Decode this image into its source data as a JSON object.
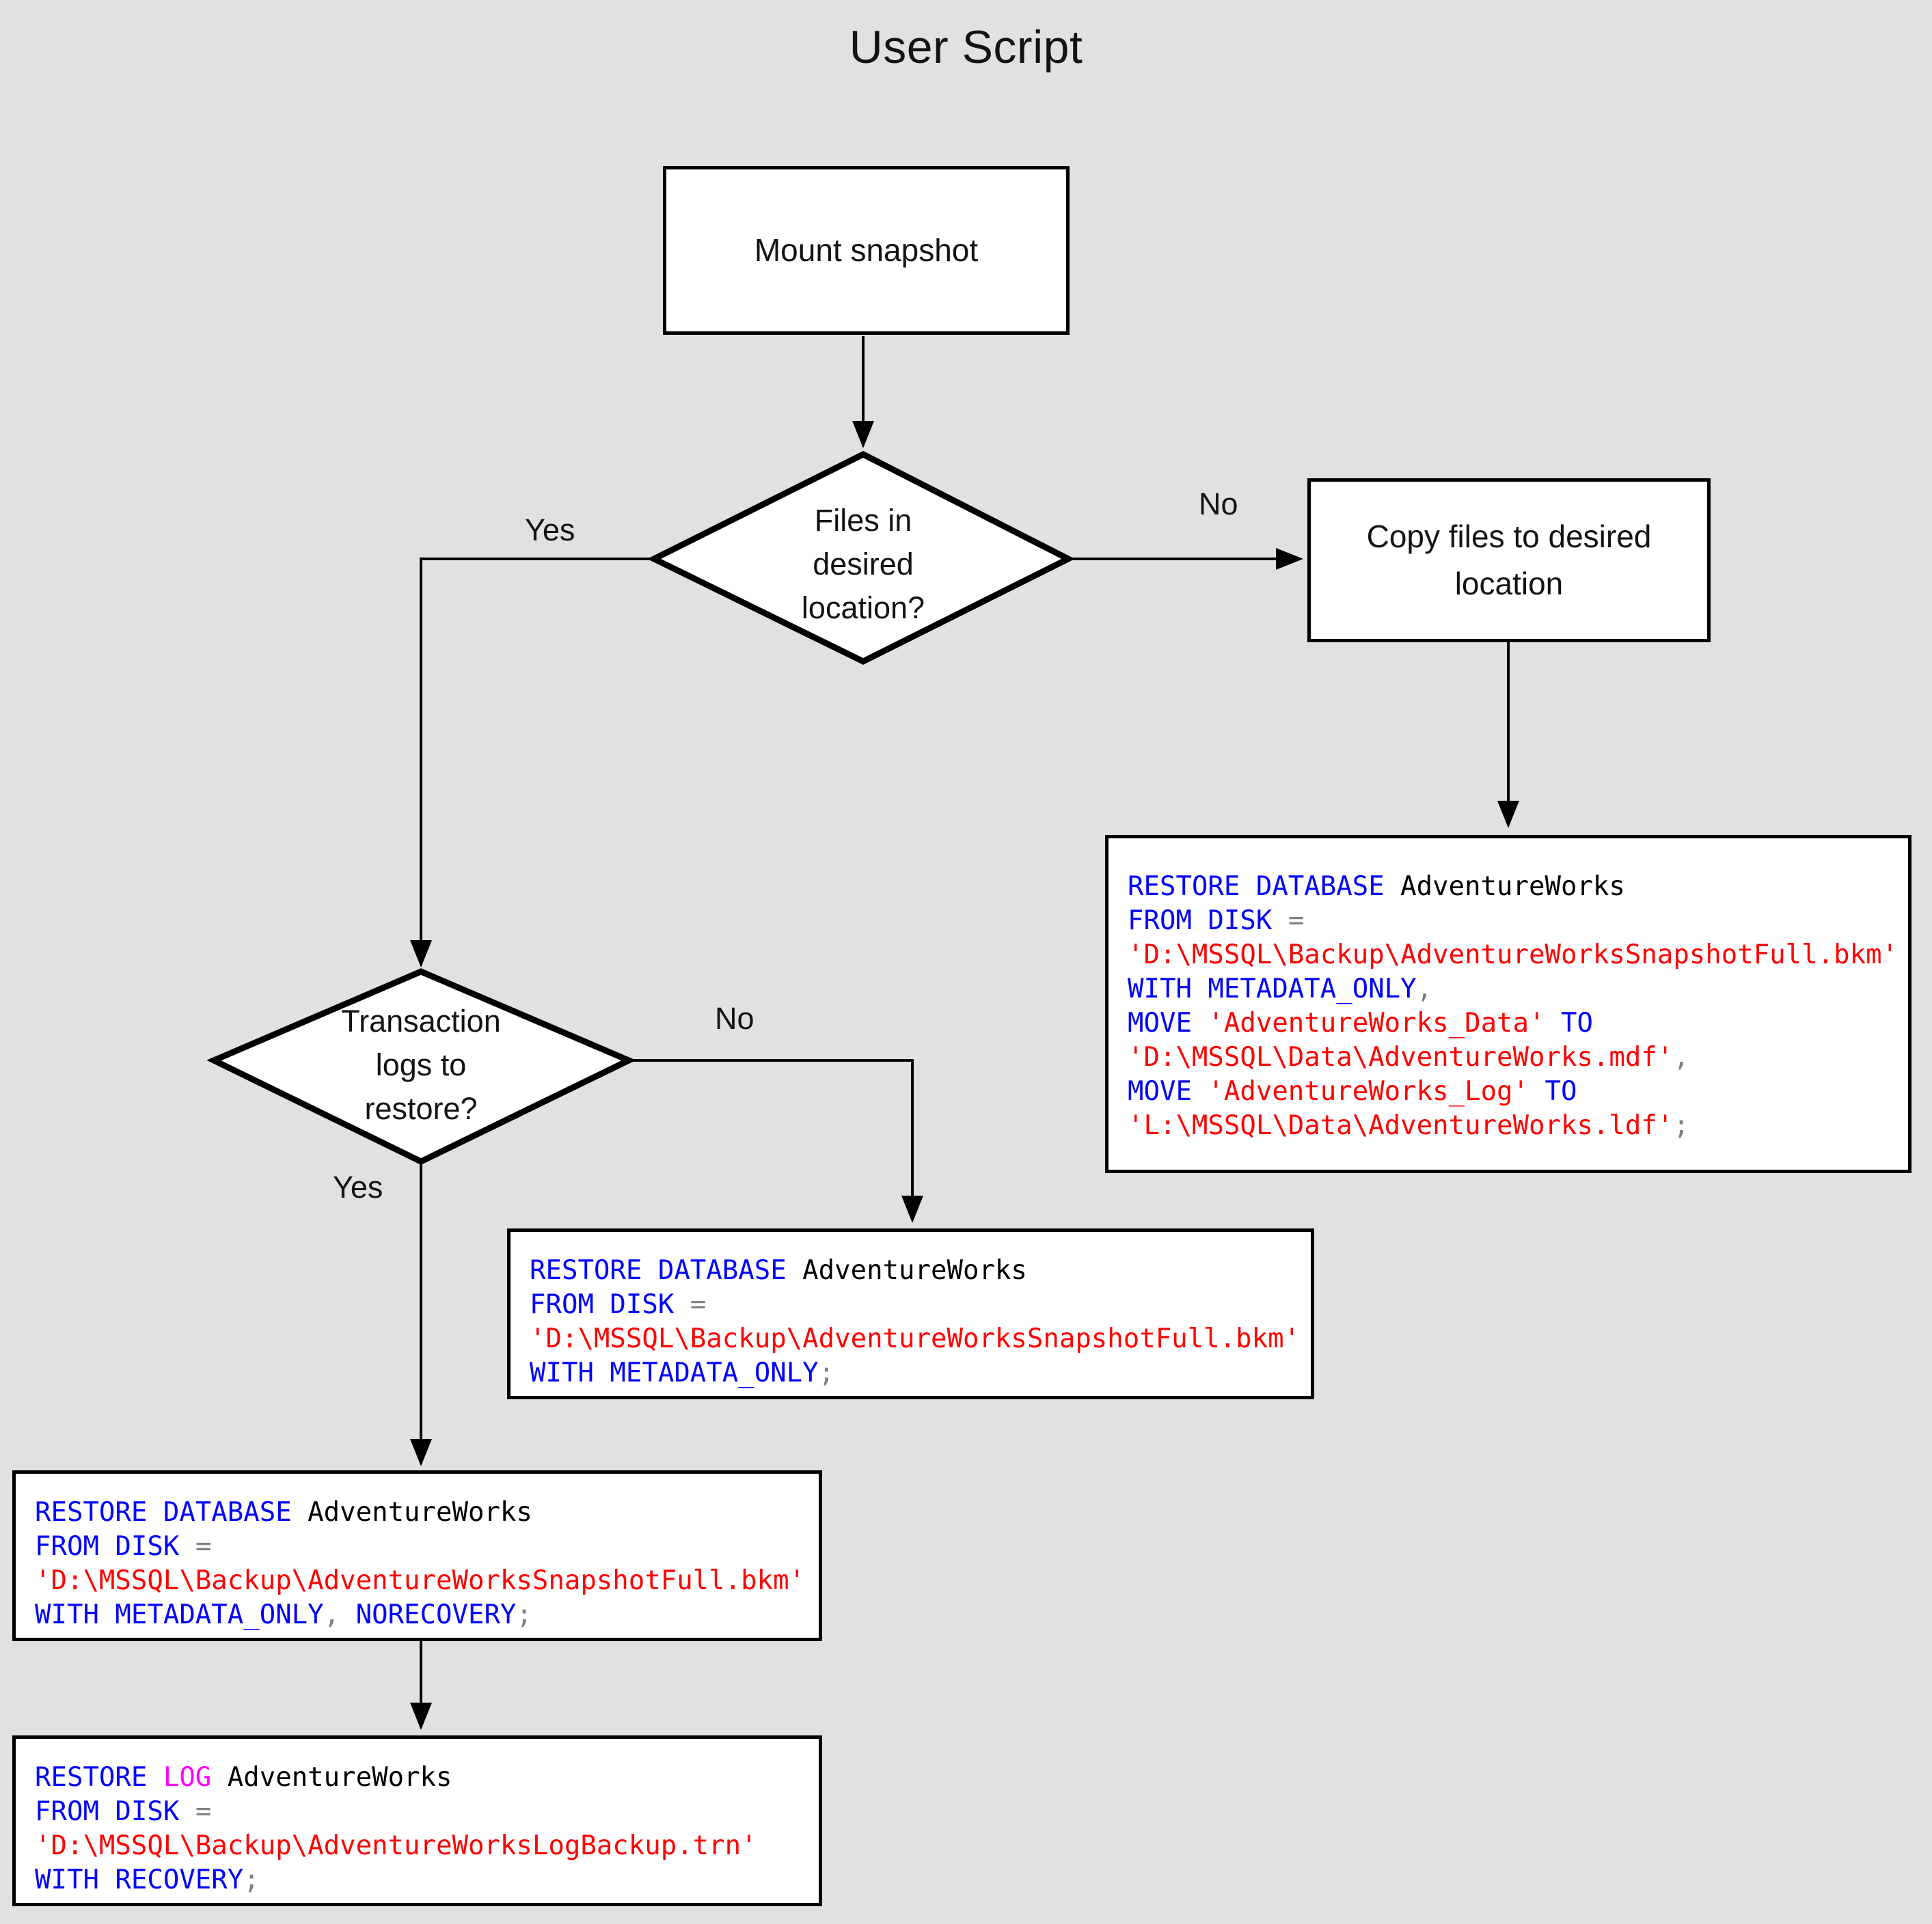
{
  "title": "User Script",
  "colors": {
    "background": "#e1e1e1",
    "node_fill": "#ffffff",
    "stroke": "#000000",
    "keyword": "#0000ff",
    "log_keyword": "#ff00ff",
    "string": "#ff0000",
    "identifier": "#000000",
    "punctuation": "#808080"
  },
  "nodes": {
    "mount": {
      "label": "Mount snapshot"
    },
    "files_decision": {
      "line1": "Files in",
      "line2": "desired",
      "line3": "location?"
    },
    "copy_files": {
      "line1": "Copy files to desired",
      "line2": "location"
    },
    "logs_decision": {
      "line1": "Transaction",
      "line2": "logs to",
      "line3": "restore?"
    }
  },
  "edge_labels": {
    "files_yes": "Yes",
    "files_no": "No",
    "logs_no": "No",
    "logs_yes": "Yes"
  },
  "code_blocks": {
    "restore_with_move": {
      "lines": [
        [
          {
            "t": "RESTORE DATABASE ",
            "c": "kw"
          },
          {
            "t": "AdventureWorks",
            "c": "idn"
          }
        ],
        [
          {
            "t": "FROM DISK ",
            "c": "kw"
          },
          {
            "t": "=",
            "c": "pun"
          }
        ],
        [
          {
            "t": "'D:\\MSSQL\\Backup\\AdventureWorksSnapshotFull.bkm'",
            "c": "str"
          }
        ],
        [
          {
            "t": "WITH METADATA_ONLY",
            "c": "kw"
          },
          {
            "t": ",",
            "c": "pun"
          }
        ],
        [
          {
            "t": "MOVE ",
            "c": "kw"
          },
          {
            "t": "'AdventureWorks_Data'",
            "c": "str"
          },
          {
            "t": " TO",
            "c": "kw"
          }
        ],
        [
          {
            "t": "'D:\\MSSQL\\Data\\AdventureWorks.mdf'",
            "c": "str"
          },
          {
            "t": ",",
            "c": "pun"
          }
        ],
        [
          {
            "t": "MOVE ",
            "c": "kw"
          },
          {
            "t": "'AdventureWorks_Log'",
            "c": "str"
          },
          {
            "t": " TO",
            "c": "kw"
          }
        ],
        [
          {
            "t": "'L:\\MSSQL\\Data\\AdventureWorks.ldf'",
            "c": "str"
          },
          {
            "t": ";",
            "c": "pun"
          }
        ]
      ]
    },
    "restore_metadata_only": {
      "lines": [
        [
          {
            "t": "RESTORE DATABASE ",
            "c": "kw"
          },
          {
            "t": "AdventureWorks",
            "c": "idn"
          }
        ],
        [
          {
            "t": "FROM DISK ",
            "c": "kw"
          },
          {
            "t": "=",
            "c": "pun"
          }
        ],
        [
          {
            "t": "'D:\\MSSQL\\Backup\\AdventureWorksSnapshotFull.bkm'",
            "c": "str"
          }
        ],
        [
          {
            "t": "WITH METADATA_ONLY",
            "c": "kw"
          },
          {
            "t": ";",
            "c": "pun"
          }
        ]
      ]
    },
    "restore_norecovery": {
      "lines": [
        [
          {
            "t": "RESTORE DATABASE ",
            "c": "kw"
          },
          {
            "t": "AdventureWorks",
            "c": "idn"
          }
        ],
        [
          {
            "t": "FROM DISK ",
            "c": "kw"
          },
          {
            "t": "=",
            "c": "pun"
          }
        ],
        [
          {
            "t": "'D:\\MSSQL\\Backup\\AdventureWorksSnapshotFull.bkm'",
            "c": "str"
          }
        ],
        [
          {
            "t": "WITH METADATA_ONLY",
            "c": "kw"
          },
          {
            "t": ",",
            "c": "pun"
          },
          {
            "t": " NORECOVERY",
            "c": "kw"
          },
          {
            "t": ";",
            "c": "pun"
          }
        ]
      ]
    },
    "restore_log": {
      "lines": [
        [
          {
            "t": "RESTORE ",
            "c": "kw"
          },
          {
            "t": "LOG",
            "c": "log"
          },
          {
            "t": " AdventureWorks",
            "c": "idn"
          }
        ],
        [
          {
            "t": "FROM DISK ",
            "c": "kw"
          },
          {
            "t": "=",
            "c": "pun"
          }
        ],
        [
          {
            "t": "'D:\\MSSQL\\Backup\\AdventureWorksLogBackup.trn'",
            "c": "str"
          }
        ],
        [
          {
            "t": "WITH RECOVERY",
            "c": "kw"
          },
          {
            "t": ";",
            "c": "pun"
          }
        ]
      ]
    }
  }
}
